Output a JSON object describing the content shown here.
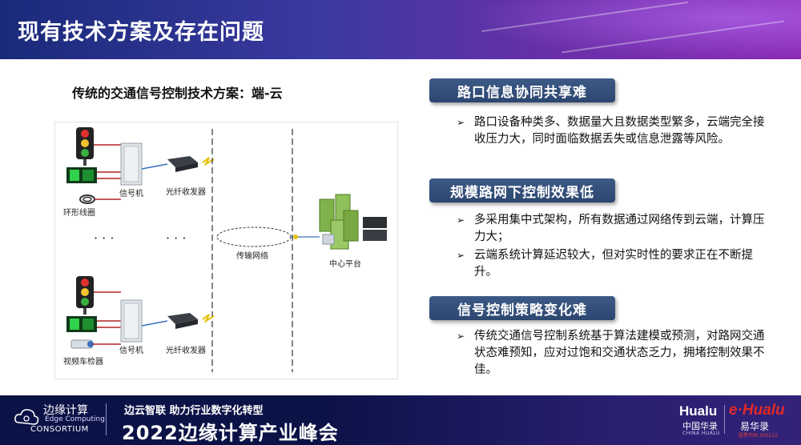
{
  "header": {
    "title": "现有技术方案及存在问题"
  },
  "diagram": {
    "title": "传统的交通信号控制技术方案：端-云",
    "labels": {
      "signal_top": "信号机",
      "fiber_top": "光纤收发器",
      "loop": "环形线圈",
      "dots_left": "· · ·",
      "dots_mid": "· · ·",
      "network": "传输网络",
      "center": "中心平台",
      "signal_bottom": "信号机",
      "fiber_bottom": "光纤收发器",
      "detector": "视频车检器"
    }
  },
  "sections": [
    {
      "title": "路口信息协同共享难",
      "bullets": [
        "路口设备种类多、数据量大且数据类型繁多，云端完全接收压力大，同时面临数据丢失或信息泄露等风险。"
      ]
    },
    {
      "title": "规模路网下控制效果低",
      "bullets": [
        "多采用集中式架构，所有数据通过网络传到云端，计算压力大；",
        "云端系统计算延迟较大，但对实时性的要求正在不断提升。"
      ]
    },
    {
      "title": "信号控制策略变化难",
      "bullets": [
        "传统交通信号控制系统基于算法建模或预测，对路网交通状态难预知，应对过饱和交通状态乏力，拥堵控制效果不佳。"
      ]
    }
  ],
  "bullet_marker": "➢",
  "footer": {
    "logo_cn": "边缘计算",
    "logo_en1": "Edge Computing",
    "logo_en2": "CONSORTIUM",
    "slogan": "边云智联  助力行业数字化转型",
    "summit": "2022边缘计算产业峰会",
    "hualu": "Hualu",
    "hualu_cn": "中国华录",
    "hualu_en": "CHINA HUALU",
    "ehualu": "e·Hualu",
    "ehualu_cn": "易华录",
    "ehualu_code": "股票代码:300212"
  },
  "colors": {
    "section_header": "#2f4a75",
    "header_start": "#1a2a7a",
    "header_end": "#8a2bb5",
    "footer_bg": "#0b1246",
    "accent_red": "#e02a2a"
  }
}
